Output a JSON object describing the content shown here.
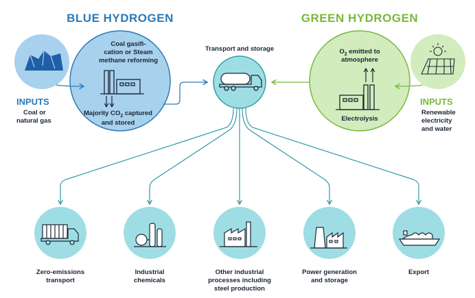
{
  "blue_hydrogen": {
    "title": "BLUE HYDROGEN",
    "process_line1": "Coal gasifi-",
    "process_line2": "cation or Steam",
    "process_line3": "methane reforming",
    "capture_line1_pre": "Majority CO",
    "capture_line1_sub": "2",
    "capture_line1_post": " captured",
    "capture_line2": "and stored",
    "inputs_title": "INPUTS",
    "inputs_line1": "Coal or",
    "inputs_line2": "natural gas"
  },
  "green_hydrogen": {
    "title": "GREEN HYDROGEN",
    "emit_line1_pre": "O",
    "emit_line1_sub": "2",
    "emit_line1_post": " emitted to",
    "emit_line2": "atmosphere",
    "process_label": "Electrolysis",
    "inputs_title": "INPUTS",
    "inputs_line1": "Renewable",
    "inputs_line2": "electricity",
    "inputs_line3": "and water"
  },
  "transport": {
    "label": "Transport and storage"
  },
  "outputs": [
    {
      "line1": "Zero-emissions",
      "line2": "transport",
      "line3": "",
      "icon": "truck-icon"
    },
    {
      "line1": "Industrial",
      "line2": "chemicals",
      "line3": "",
      "icon": "chemical-plant-icon"
    },
    {
      "line1": "Other industrial",
      "line2": "processes including",
      "line3": "steel production",
      "icon": "factory-icon"
    },
    {
      "line1": "Power generation",
      "line2": "and storage",
      "line3": "",
      "icon": "power-plant-icon"
    },
    {
      "line1": "Export",
      "line2": "",
      "line3": "",
      "icon": "ship-icon"
    }
  ],
  "colors": {
    "blue": "#2a7ab9",
    "light_blue": "#a8d1ee",
    "teal": "#2f9aa5",
    "teal_fill": "#9fdde4",
    "green": "#78b83a",
    "light_green": "#d2ecbd",
    "navy": "#1b2433",
    "hills_blue": "#1f5fa8"
  }
}
